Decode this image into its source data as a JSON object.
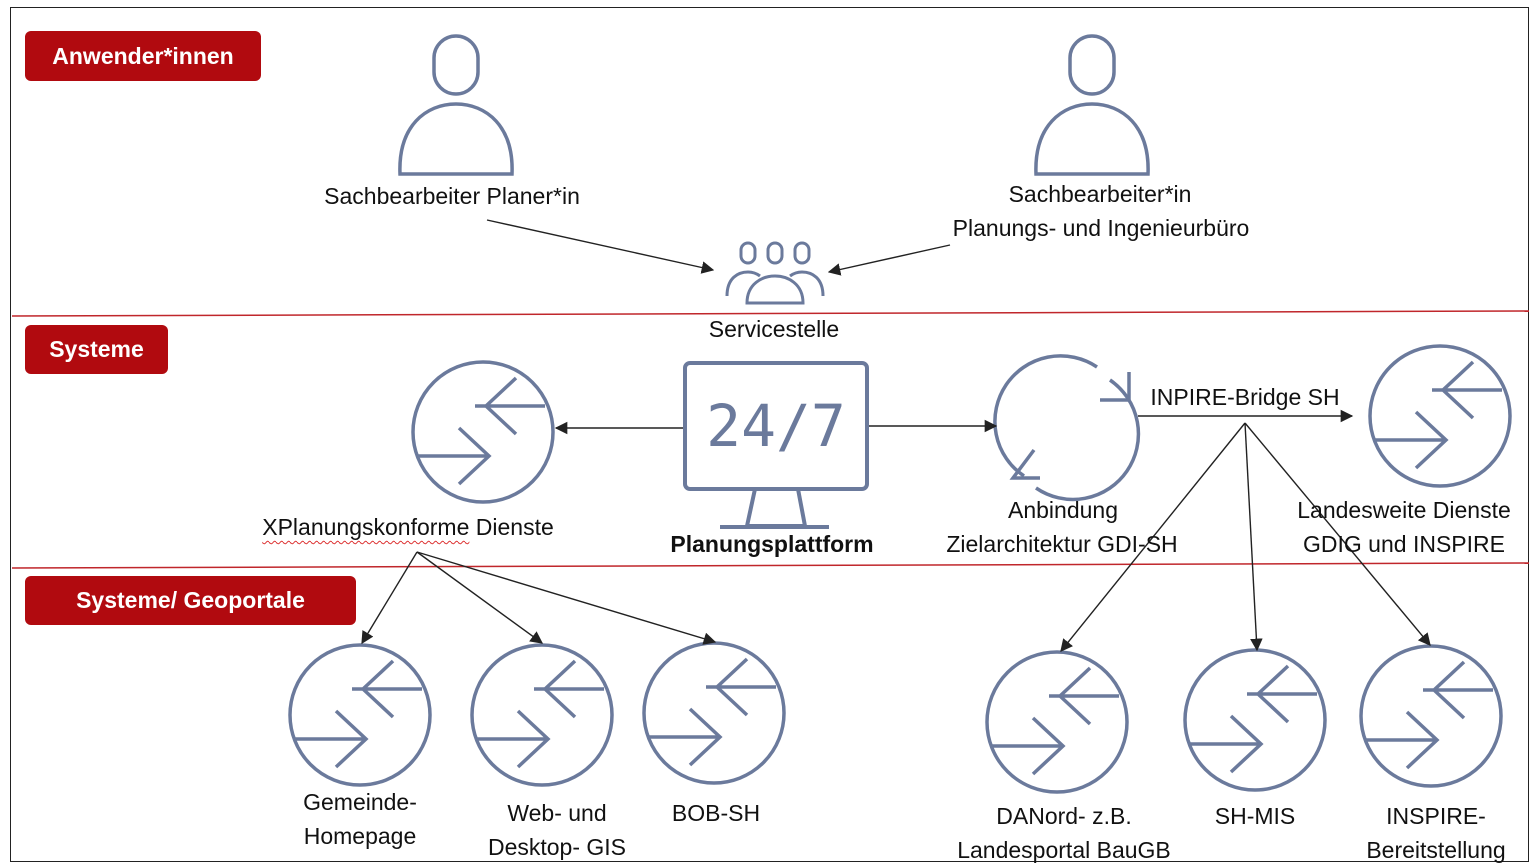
{
  "sections": {
    "anwender": "Anwender*innen",
    "systeme": "Systeme",
    "geoportale": "Systeme/ Geoportale"
  },
  "users": {
    "planer": "Sachbearbeiter Planer*in",
    "buero_line1": "Sachbearbeiter*in",
    "buero_line2": "Planungs- und Ingenieurbüro"
  },
  "service": "Servicestelle",
  "platform": {
    "screen_text": "24/7",
    "label": "Planungsplattform"
  },
  "xplanung": {
    "label_prefix": "XPlanungskonforme",
    "label_suffix": " Dienste"
  },
  "anbindung": {
    "line1": "Anbindung",
    "line2": "Zielarchitektur GDI-SH"
  },
  "bridge": "INPIRE-Bridge SH",
  "landesweit": {
    "line1": "Landesweite Dienste",
    "line2": "GDIG und INSPIRE"
  },
  "targets_left": {
    "gemeinde_line1": "Gemeinde-",
    "gemeinde_line2": "Homepage",
    "webgis_line1": "Web- und",
    "webgis_line2": "Desktop- GIS",
    "bob": "BOB-SH"
  },
  "targets_right": {
    "danord_line1": "DANord- z.B.",
    "danord_line2": "Landesportal BauGB",
    "shmis": "SH-MIS",
    "inspire_line1": "INSPIRE-",
    "inspire_line2": "Bereitstellung"
  },
  "colors": {
    "accent": "#b10a0f",
    "icon_stroke": "#6b7a9c",
    "divider": "#c0262b",
    "arrow": "#222222"
  },
  "icons": {
    "user": "person-icon",
    "group": "group-icon",
    "service_endpoint": "service-exchange-icon",
    "sync": "sync-icon",
    "monitor": "monitor-24-7-icon"
  }
}
